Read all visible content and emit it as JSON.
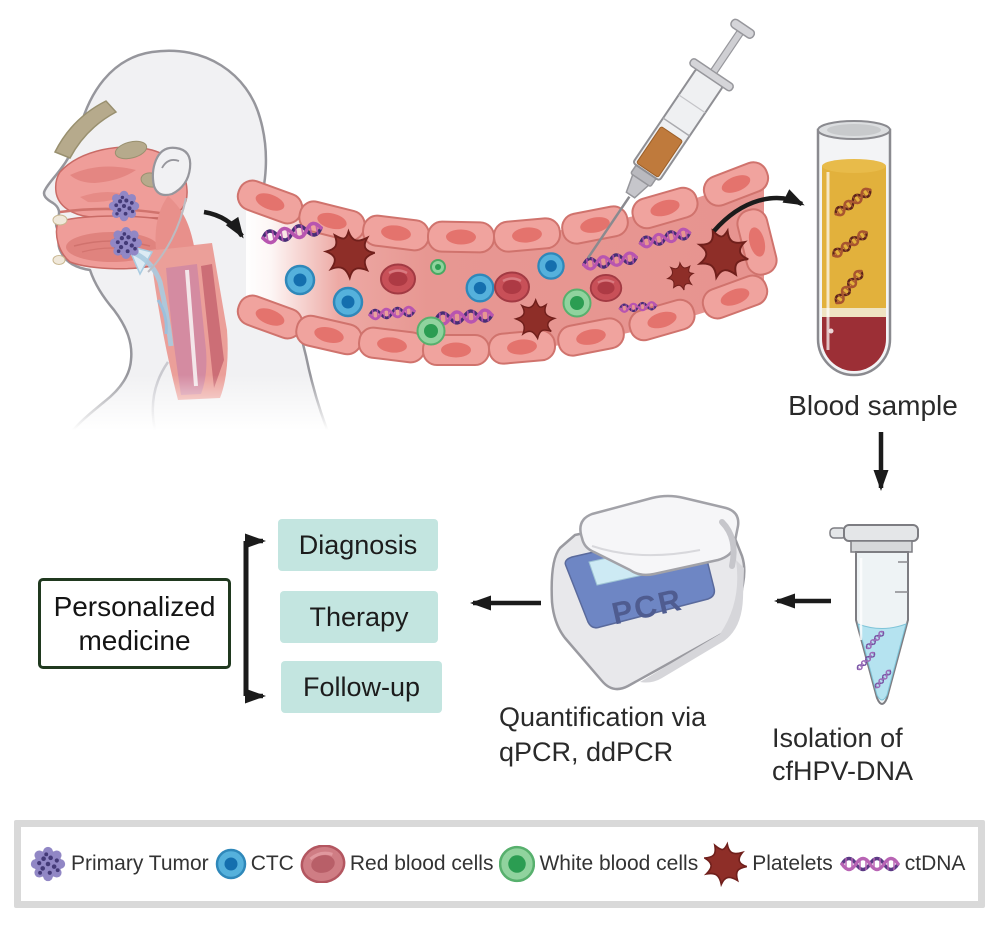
{
  "figure": {
    "labels": {
      "blood_sample": "Blood sample",
      "isolation_line1": "Isolation of",
      "isolation_line2": "cfHPV-DNA",
      "quantification_line1": "Quantification via",
      "quantification_line2": "qPCR, ddPCR",
      "pcr_machine": "PCR"
    },
    "personalized_box": {
      "line1": "Personalized",
      "line2": "medicine"
    },
    "flow_boxes": [
      "Diagnosis",
      "Therapy",
      "Follow-up"
    ]
  },
  "legend": {
    "items": [
      {
        "icon": "primary-tumor-icon",
        "label": "Primary Tumor"
      },
      {
        "icon": "ctc-icon",
        "label": "CTC"
      },
      {
        "icon": "red-blood-cell-icon",
        "label": "Red blood cells"
      },
      {
        "icon": "white-blood-cell-icon",
        "label": "White blood cells"
      },
      {
        "icon": "platelet-icon",
        "label": "Platelets"
      },
      {
        "icon": "ctdna-icon",
        "label": "ctDNA"
      }
    ]
  },
  "colors": {
    "flow_box_bg": "#c3e5e0",
    "personalized_border": "#20391f",
    "arrow": "#1b1b1b",
    "vessel_pink": "#e79490",
    "wall_cell_pink": "#f0a39e",
    "ctc_blue": "#55b1dc",
    "rbc_red": "#c85058",
    "wbc_green": "#90d39e",
    "platelet_maroon": "#8e2e28",
    "tumor_purple": "#9187c5",
    "dna_purple_dark": "#472d75",
    "dna_magenta": "#b855b0",
    "plasma_yellow": "#e2b13c",
    "blood_red": "#9c2f36",
    "eppendorf_liquid": "#b5e3f0",
    "pcr_panel_blue": "#6e86c4",
    "legend_border": "#d9d9d9"
  }
}
